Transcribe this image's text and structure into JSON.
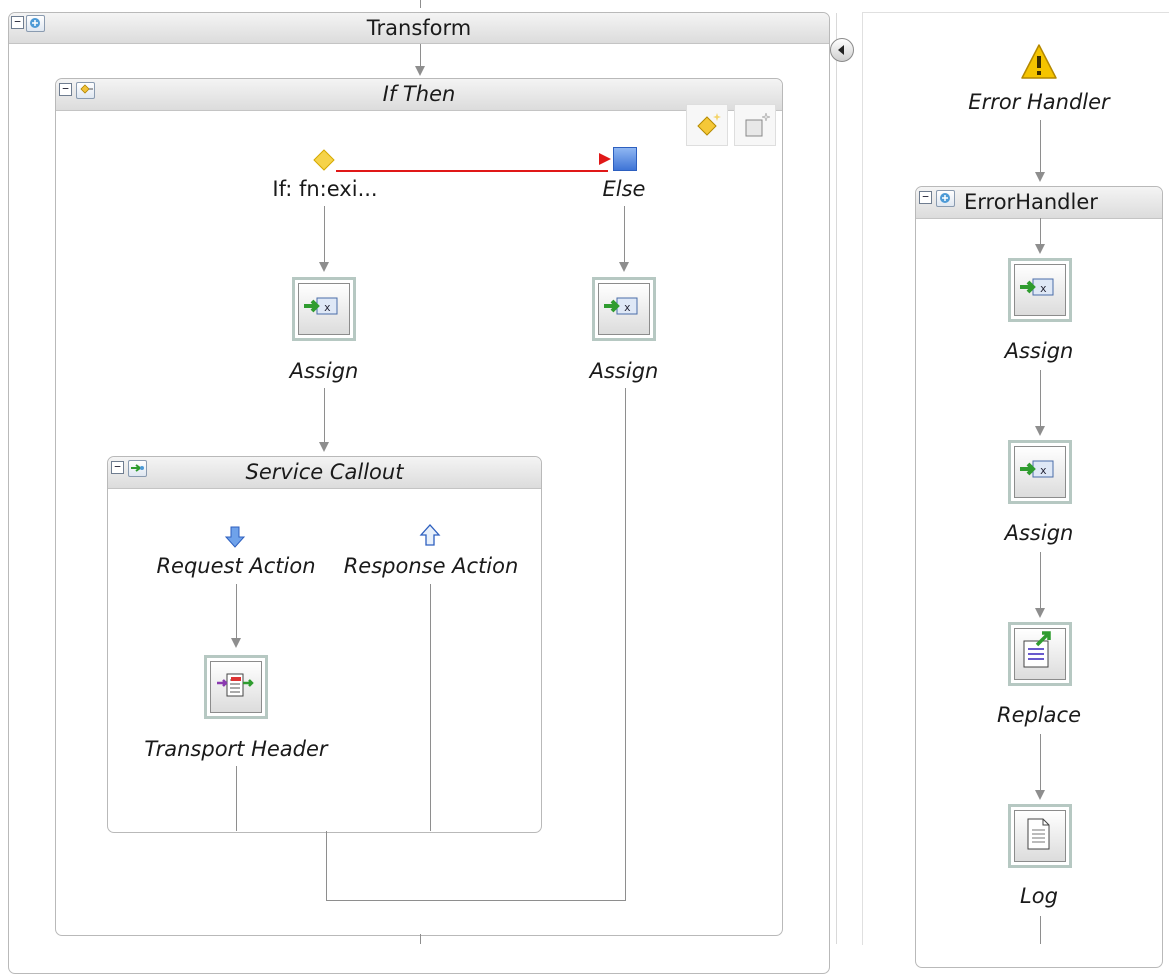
{
  "transform": {
    "title": "Transform"
  },
  "if_then": {
    "title": "If Then",
    "if_label": "If: fn:exi...",
    "else_label": "Else",
    "assign_left_label": "Assign",
    "assign_right_label": "Assign"
  },
  "service_callout": {
    "title": "Service Callout",
    "request_label": "Request Action",
    "response_label": "Response Action",
    "transport_label": "Transport Header"
  },
  "error_handler": {
    "entry_label": "Error Handler",
    "title": "ErrorHandler",
    "steps": [
      {
        "label": "Assign",
        "icon": "assign-icon"
      },
      {
        "label": "Assign",
        "icon": "assign-icon"
      },
      {
        "label": "Replace",
        "icon": "replace-icon"
      },
      {
        "label": "Log",
        "icon": "log-icon"
      }
    ]
  },
  "colors": {
    "warning": "#f5c400",
    "condition": "#f6d34a",
    "else_box": "#5b8fe8",
    "red_link": "#e01818",
    "assign_arrow": "#3aa83a"
  }
}
